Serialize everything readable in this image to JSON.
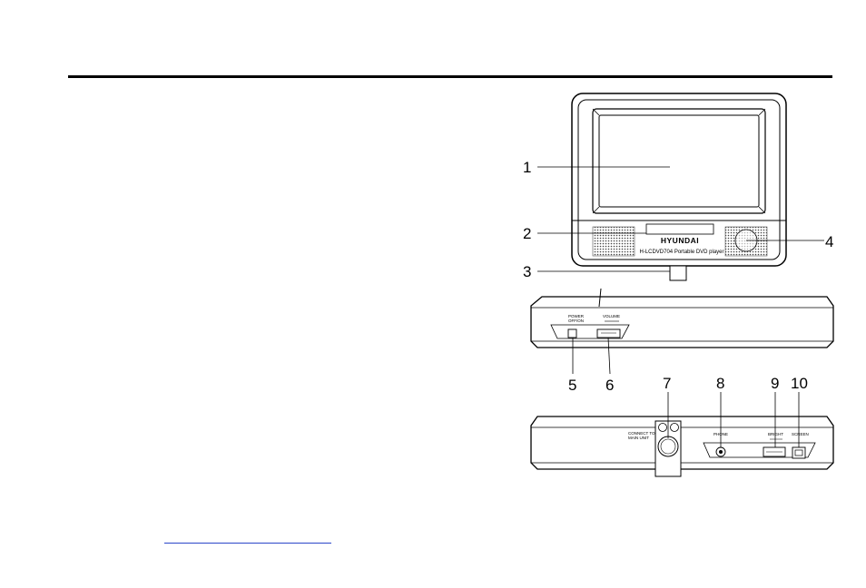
{
  "diagram": {
    "monitor": {
      "brand": "HYUNDAI",
      "model_text": "H-LCDVD704  Portable DVD player"
    },
    "side_panel": {
      "power_label_line1": "POWER",
      "power_label_line2": "OFF/ON",
      "volume_label": "VOLUME"
    },
    "bottom_panel": {
      "connect_label_line1": "CONNECT TO",
      "connect_label_line2": "MAIN UNIT",
      "phone_label": "PHONE",
      "bright_label": "BRIGHT",
      "screen_label": "SCREEN"
    },
    "callouts": {
      "c1": "1",
      "c2": "2",
      "c3": "3",
      "c4": "4",
      "c5": "5",
      "c6": "6",
      "c7": "7",
      "c8": "8",
      "c9": "9",
      "c10": "10"
    }
  }
}
